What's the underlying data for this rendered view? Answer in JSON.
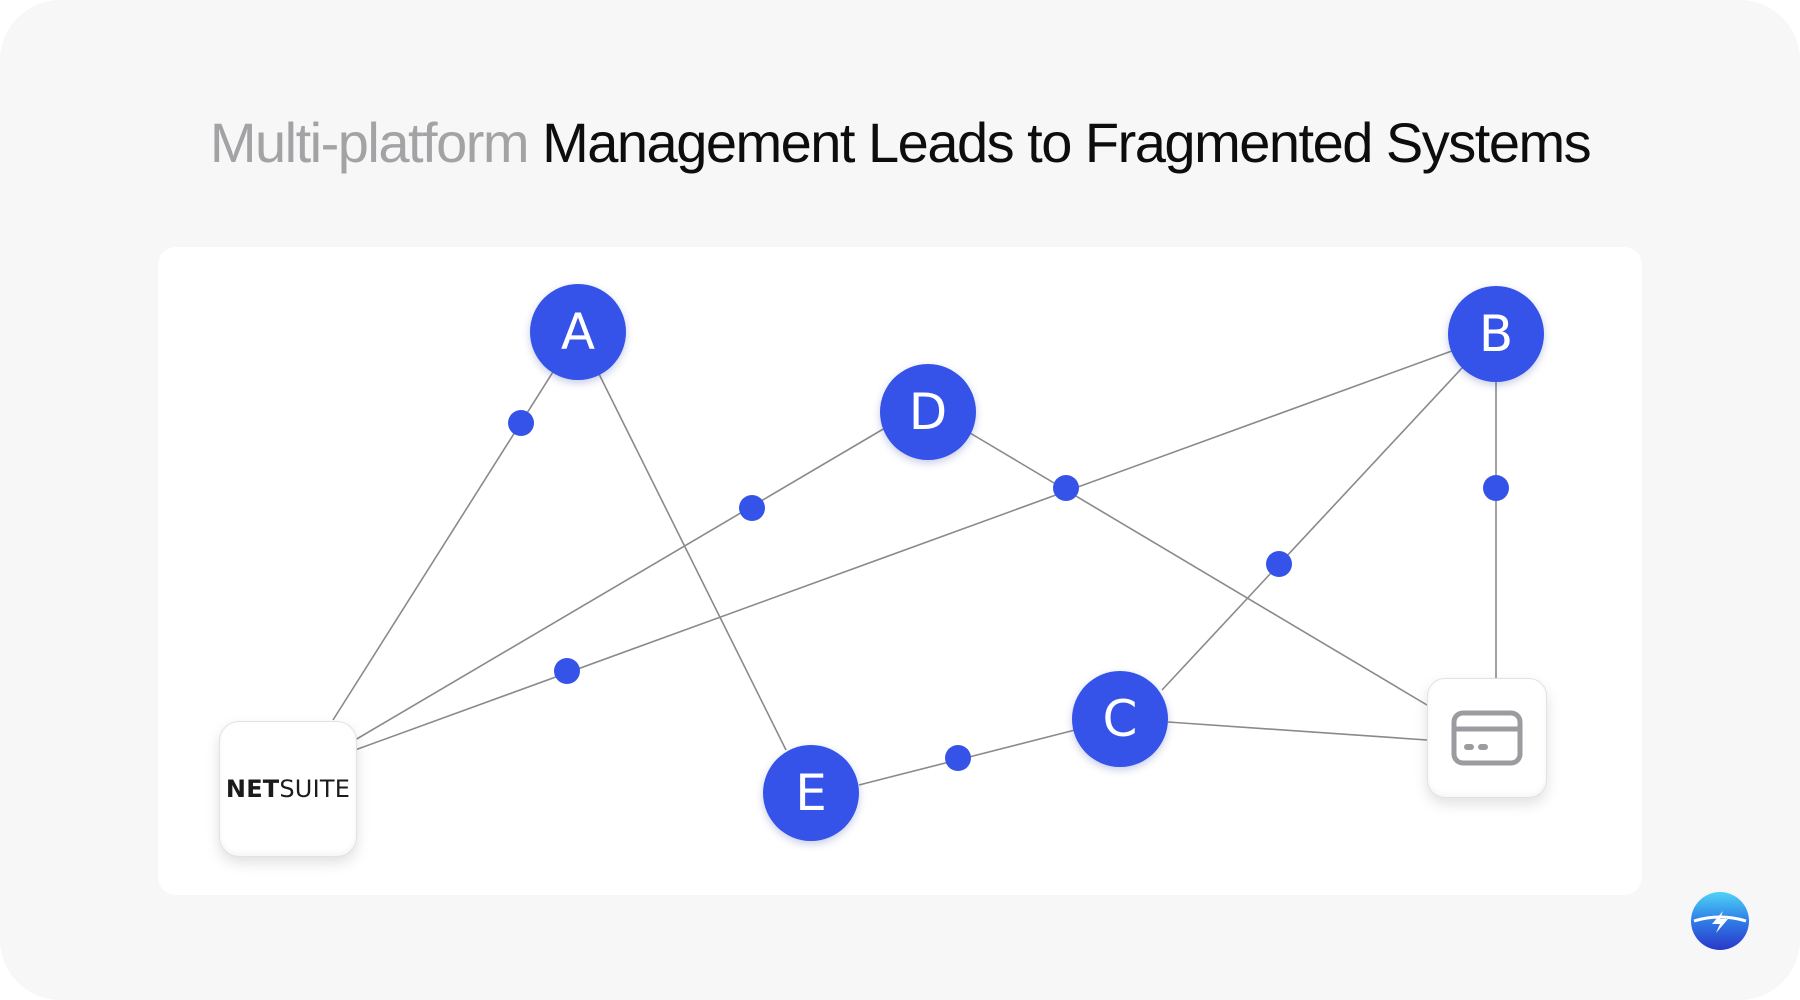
{
  "title": {
    "muted": "Multi-platform",
    "strong": "Management Leads to Fragmented Systems"
  },
  "nodes": [
    "A",
    "B",
    "C",
    "D",
    "E"
  ],
  "netsuite_logo": {
    "bold": "NET",
    "regular": "SUITE"
  },
  "icons": {
    "payment": "credit-card-icon",
    "brand": "lightning-logo-icon"
  },
  "colors": {
    "background": "#f7f7f7",
    "panel": "#ffffff",
    "node": "#3553e8",
    "title_muted": "#a3a3a6",
    "title_strong": "#0d0d0d",
    "line": "#8a8a8a"
  }
}
